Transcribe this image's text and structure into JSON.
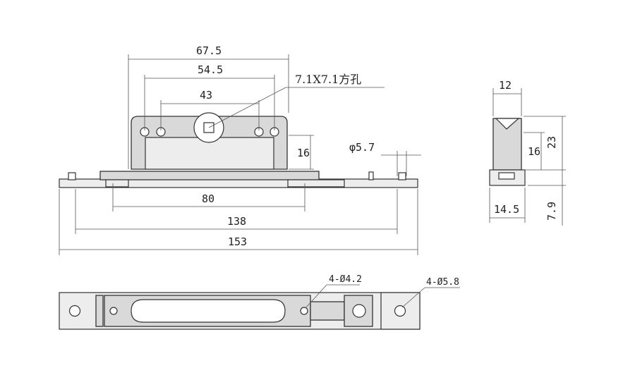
{
  "front_view": {
    "dims": {
      "top_width": "67.5",
      "hole_span": "54.5",
      "inner_span": "43",
      "square_hole": "7.1X7.1方孔",
      "height": "16",
      "hole_dia": "φ5.7",
      "slot_len": "80",
      "base_holes": "138",
      "overall": "153"
    }
  },
  "side_view": {
    "dims": {
      "top_width": "12",
      "overall_height": "23",
      "body_height": "16",
      "base_width": "14.5",
      "base_height": "7.9"
    }
  },
  "top_view": {
    "dims": {
      "small_holes": "4-Ø4.2",
      "large_holes": "4-Ø5.8"
    }
  }
}
